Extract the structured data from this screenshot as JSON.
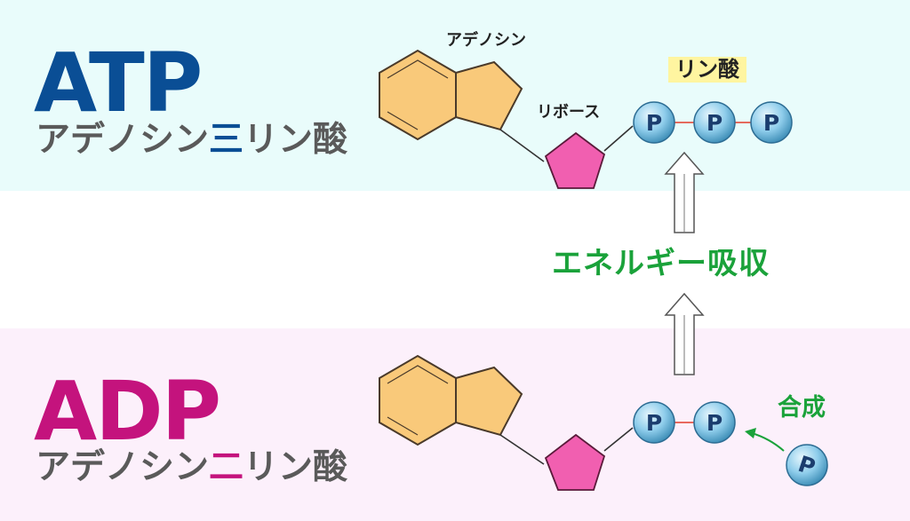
{
  "atp": {
    "title": "ATP",
    "name_prefix": "アデノシン",
    "name_count": "三",
    "name_suffix": "リン酸",
    "title_color": "#0a4e95"
  },
  "adp": {
    "title": "ADP",
    "name_prefix": "アデノシン",
    "name_count": "二",
    "name_suffix": "リン酸",
    "title_color": "#c4137d"
  },
  "labels": {
    "adenosine": "アデノシン",
    "ribose": "リボース",
    "phosphate": "リン酸",
    "energy": "エネルギー吸収",
    "synthesis": "合成"
  },
  "phosphate_symbol": "P",
  "colors": {
    "top_band": "#e9fcfb",
    "bottom_band": "#fcf0fb",
    "adenine": "#f9c97a",
    "ribose": "#f15fb0",
    "phosphate": "#7fc4e6",
    "energy_text": "#1aa23a",
    "highlight": "#fff5a0",
    "bond": "#e23a2a"
  }
}
